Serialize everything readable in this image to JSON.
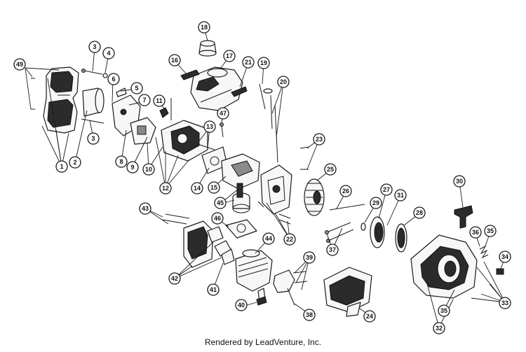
{
  "diagram": {
    "footer": "Rendered by LeadVenture, Inc.",
    "callouts": [
      {
        "id": "c1",
        "label": "1"
      },
      {
        "id": "c2",
        "label": "2"
      },
      {
        "id": "c3a",
        "label": "3"
      },
      {
        "id": "c3b",
        "label": "3"
      },
      {
        "id": "c4",
        "label": "4"
      },
      {
        "id": "c5",
        "label": "5"
      },
      {
        "id": "c6",
        "label": "6"
      },
      {
        "id": "c7",
        "label": "7"
      },
      {
        "id": "c8",
        "label": "8"
      },
      {
        "id": "c9",
        "label": "9"
      },
      {
        "id": "c10",
        "label": "10"
      },
      {
        "id": "c11",
        "label": "11"
      },
      {
        "id": "c12",
        "label": "12"
      },
      {
        "id": "c13",
        "label": "13"
      },
      {
        "id": "c14",
        "label": "14"
      },
      {
        "id": "c15",
        "label": "15"
      },
      {
        "id": "c16",
        "label": "16"
      },
      {
        "id": "c17",
        "label": "17"
      },
      {
        "id": "c18",
        "label": "18"
      },
      {
        "id": "c19",
        "label": "19"
      },
      {
        "id": "c20",
        "label": "20"
      },
      {
        "id": "c21",
        "label": "21"
      },
      {
        "id": "c22",
        "label": "22"
      },
      {
        "id": "c23",
        "label": "23"
      },
      {
        "id": "c24",
        "label": "24"
      },
      {
        "id": "c25",
        "label": "25"
      },
      {
        "id": "c26",
        "label": "26"
      },
      {
        "id": "c27",
        "label": "27"
      },
      {
        "id": "c28",
        "label": "28"
      },
      {
        "id": "c29",
        "label": "29"
      },
      {
        "id": "c30",
        "label": "30"
      },
      {
        "id": "c31",
        "label": "31"
      },
      {
        "id": "c32",
        "label": "32"
      },
      {
        "id": "c33",
        "label": "33"
      },
      {
        "id": "c34",
        "label": "34"
      },
      {
        "id": "c35a",
        "label": "35"
      },
      {
        "id": "c35b",
        "label": "35"
      },
      {
        "id": "c36",
        "label": "36"
      },
      {
        "id": "c37",
        "label": "37"
      },
      {
        "id": "c38",
        "label": "38"
      },
      {
        "id": "c39",
        "label": "39"
      },
      {
        "id": "c40",
        "label": "40"
      },
      {
        "id": "c41",
        "label": "41"
      },
      {
        "id": "c42",
        "label": "42"
      },
      {
        "id": "c43",
        "label": "43"
      },
      {
        "id": "c44",
        "label": "44"
      },
      {
        "id": "c45",
        "label": "45"
      },
      {
        "id": "c46",
        "label": "46"
      },
      {
        "id": "c47",
        "label": "47"
      },
      {
        "id": "c49",
        "label": "49"
      }
    ]
  }
}
